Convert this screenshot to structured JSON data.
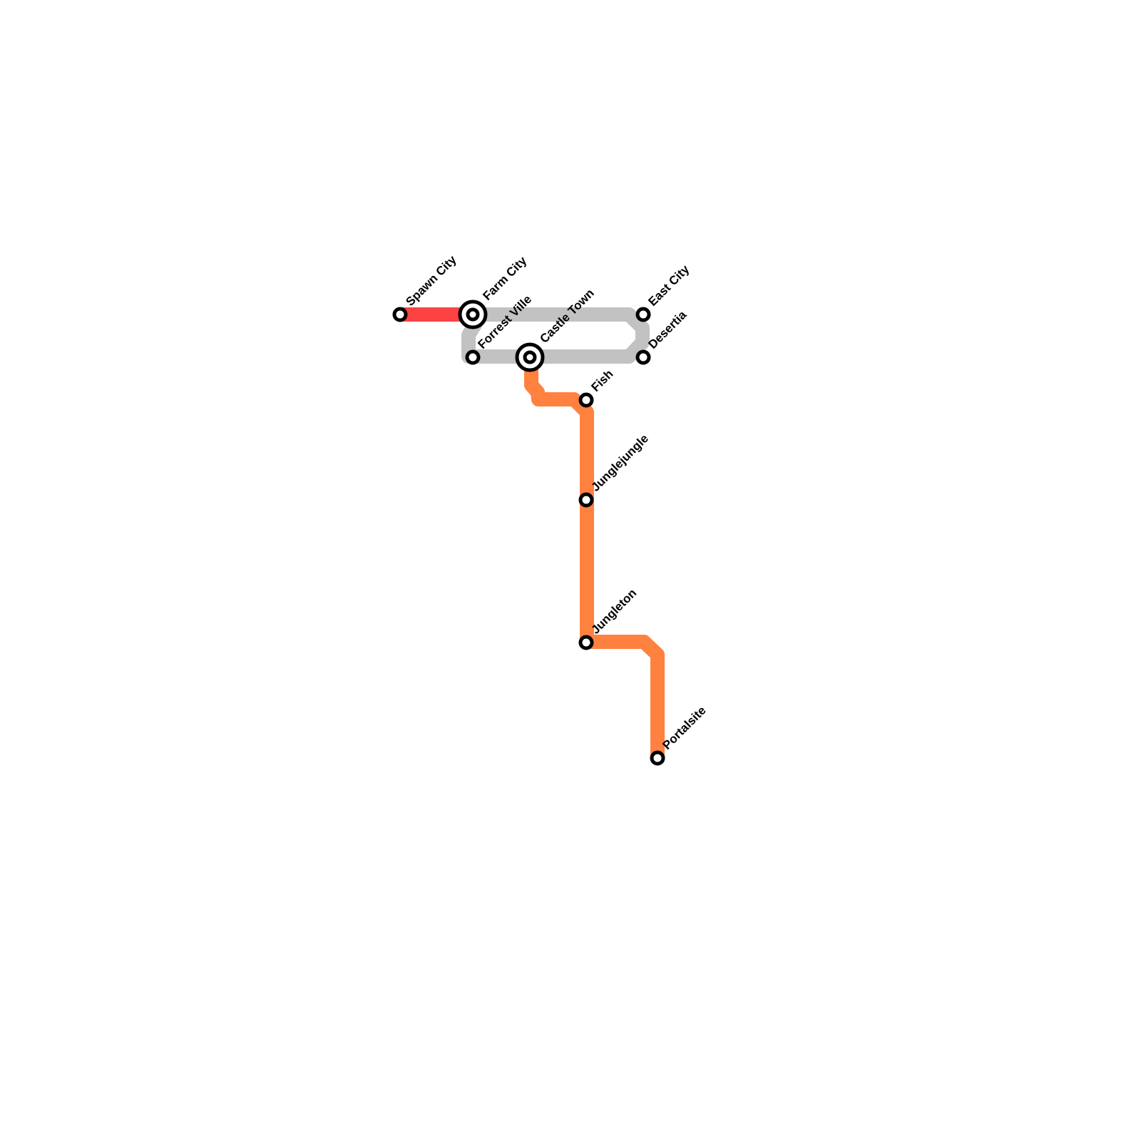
{
  "map": {
    "title": "",
    "lines": [
      {
        "id": "red",
        "color": "#fc4242",
        "stations": [
          "Spawn City",
          "Farm City"
        ]
      },
      {
        "id": "grey",
        "color": "#c2c2c2",
        "stations": [
          "Farm City",
          "East City",
          "Desertia",
          "Castle Town",
          "Forrest Ville"
        ]
      },
      {
        "id": "orange",
        "color": "#ff8140",
        "stations": [
          "Castle Town",
          "Fish",
          "Junglejungle",
          "Jungleton",
          "Portalsite"
        ]
      }
    ],
    "stations": [
      {
        "id": "spawn-city",
        "name": "Spawn City",
        "interchange": false
      },
      {
        "id": "farm-city",
        "name": "Farm City",
        "interchange": true
      },
      {
        "id": "forrest-ville",
        "name": "Forrest Ville",
        "interchange": false
      },
      {
        "id": "castle-town",
        "name": "Castle Town",
        "interchange": true
      },
      {
        "id": "east-city",
        "name": "East City",
        "interchange": false
      },
      {
        "id": "desertia",
        "name": "Desertia",
        "interchange": false
      },
      {
        "id": "fish",
        "name": "Fish",
        "interchange": false
      },
      {
        "id": "junglejungle",
        "name": "Junglejungle",
        "interchange": false
      },
      {
        "id": "jungleton",
        "name": "Jungleton",
        "interchange": false
      },
      {
        "id": "portalsite",
        "name": "Portalsite",
        "interchange": false
      }
    ]
  }
}
